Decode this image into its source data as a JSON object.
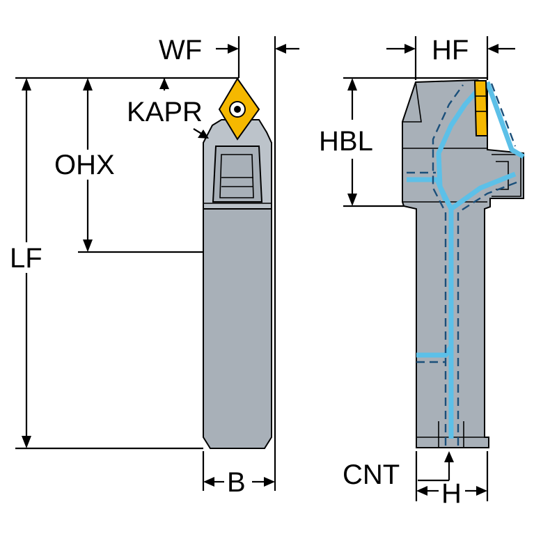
{
  "labels": {
    "wf": "WF",
    "kapr": "KAPR",
    "ohx": "OHX",
    "lf": "LF",
    "b": "B",
    "hf": "HF",
    "hbl": "HBL",
    "cnt": "CNT",
    "h": "H"
  },
  "colors": {
    "body": "#a8b0b8",
    "insert": "#f5b800",
    "coolant": "#5cc0e8"
  }
}
